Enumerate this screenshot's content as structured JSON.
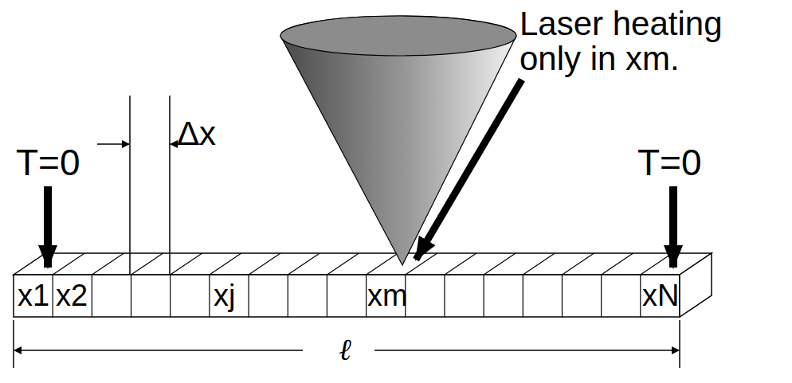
{
  "diagram": {
    "labels": [
      "T=0",
      "Δx",
      "Laser heating only in xm.",
      "T=0",
      "x1",
      "x2",
      "xj",
      "xm",
      "xN",
      "ℓ"
    ]
  }
}
